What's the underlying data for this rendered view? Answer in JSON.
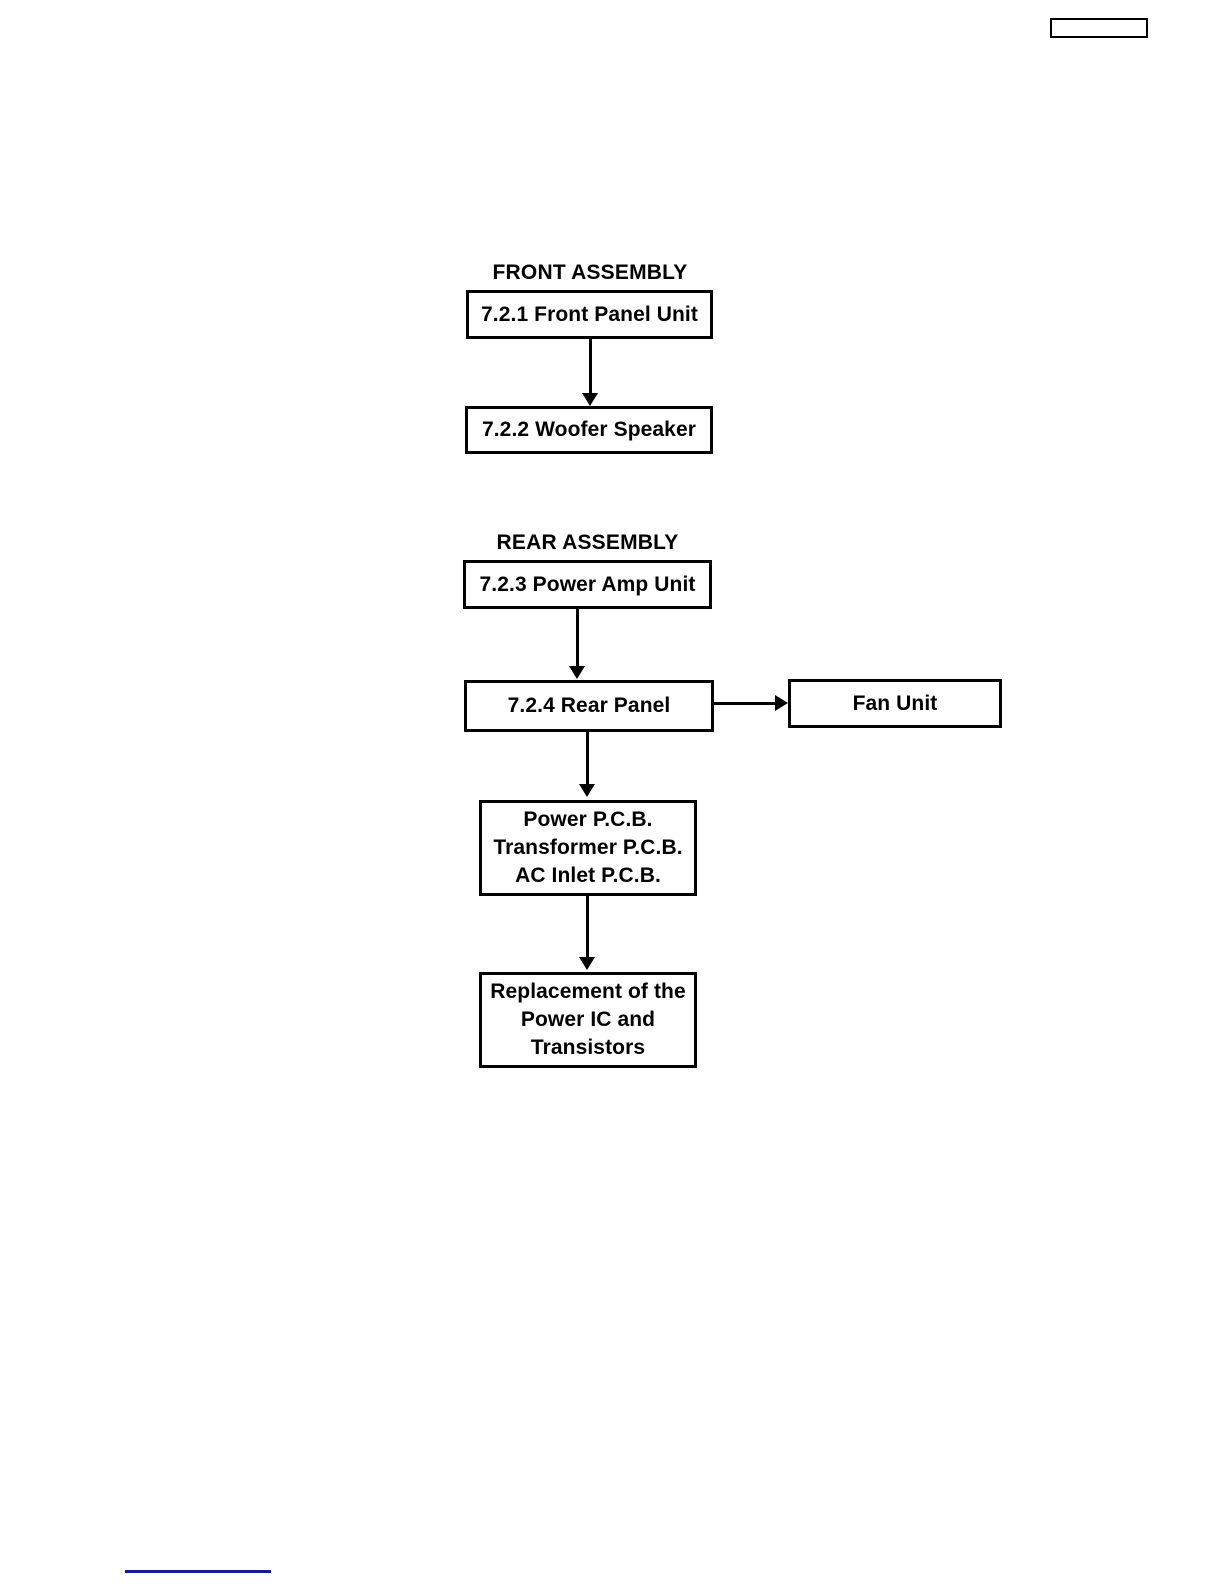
{
  "page": {
    "background_color": "#ffffff",
    "line_color": "#000000",
    "footer_rule_color": "#141e8c"
  },
  "header": {
    "blank_box_label": ""
  },
  "sections": [
    {
      "id": "front-assembly",
      "heading": "FRONT ASSEMBLY"
    },
    {
      "id": "rear-assembly",
      "heading": "REAR ASSEMBLY"
    }
  ],
  "flowchart": {
    "type": "flow-diagram",
    "nodes": [
      {
        "id": "front-panel-unit",
        "label": "7.2.1 Front Panel Unit",
        "section": "front-assembly"
      },
      {
        "id": "woofer-speaker",
        "label": "7.2.2 Woofer Speaker",
        "section": "front-assembly"
      },
      {
        "id": "power-amp-unit",
        "label": "7.2.3 Power Amp Unit",
        "section": "rear-assembly"
      },
      {
        "id": "rear-panel",
        "label": "7.2.4 Rear Panel",
        "section": "rear-assembly"
      },
      {
        "id": "fan-unit",
        "label": "Fan Unit",
        "section": "rear-assembly"
      },
      {
        "id": "pcb-group",
        "label": "Power P.C.B.\nTransformer P.C.B.\nAC Inlet P.C.B.",
        "section": "rear-assembly"
      },
      {
        "id": "replacement",
        "label": "Replacement of the\nPower IC and\nTransistors",
        "section": "rear-assembly"
      }
    ],
    "edges": [
      {
        "from": "front-panel-unit",
        "to": "woofer-speaker",
        "direction": "down"
      },
      {
        "from": "power-amp-unit",
        "to": "rear-panel",
        "direction": "down"
      },
      {
        "from": "rear-panel",
        "to": "fan-unit",
        "direction": "right"
      },
      {
        "from": "rear-panel",
        "to": "pcb-group",
        "direction": "down"
      },
      {
        "from": "pcb-group",
        "to": "replacement",
        "direction": "down"
      }
    ]
  }
}
